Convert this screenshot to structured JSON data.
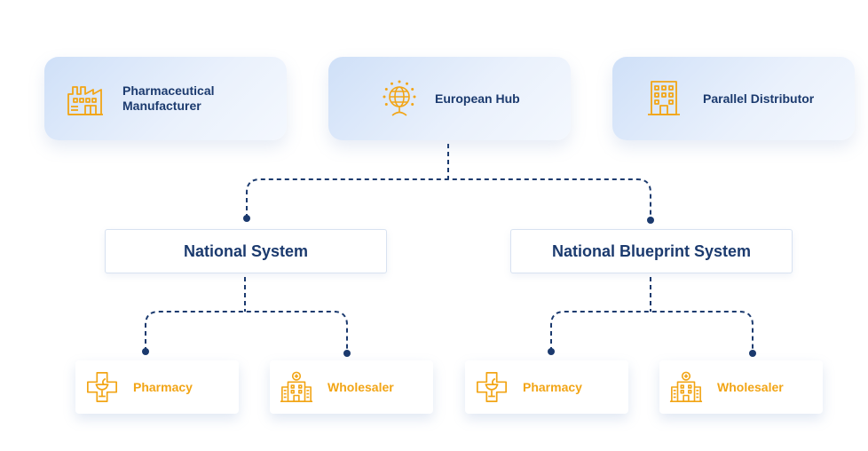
{
  "colors": {
    "accent": "#f2a516",
    "navy": "#1b3a6e",
    "connector": "#1b3a6e"
  },
  "top": {
    "manufacturer": {
      "label": "Pharmaceutical\nManufacturer",
      "icon": "factory-icon"
    },
    "hub": {
      "label": "European Hub",
      "icon": "globe-icon"
    },
    "distributor": {
      "label": "Parallel Distributor",
      "icon": "building-icon"
    }
  },
  "systems": {
    "national": {
      "label": "National System"
    },
    "blueprint": {
      "label": "National Blueprint System"
    }
  },
  "leaves": {
    "national_pharmacy": {
      "label": "Pharmacy",
      "icon": "pharmacy-cross-icon"
    },
    "national_wholesaler": {
      "label": "Wholesaler",
      "icon": "hospital-building-icon"
    },
    "blueprint_pharmacy": {
      "label": "Pharmacy",
      "icon": "pharmacy-cross-icon"
    },
    "blueprint_wholesaler": {
      "label": "Wholesaler",
      "icon": "hospital-building-icon"
    }
  }
}
